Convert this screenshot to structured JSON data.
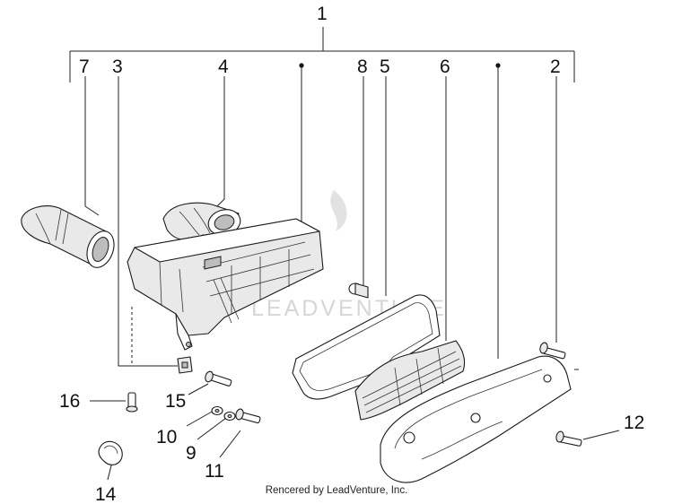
{
  "callouts": {
    "c1": "1",
    "c2": "2",
    "c3": "3",
    "c4": "4",
    "c5": "5",
    "c6": "6",
    "c7": "7",
    "c8": "8",
    "c9": "9",
    "c10": "10",
    "c11": "11",
    "c12": "12",
    "c14": "14",
    "c15": "15",
    "c16": "16"
  },
  "watermark": "LEADVENTURE",
  "credit": "Rencered by LeadVenture, Inc."
}
